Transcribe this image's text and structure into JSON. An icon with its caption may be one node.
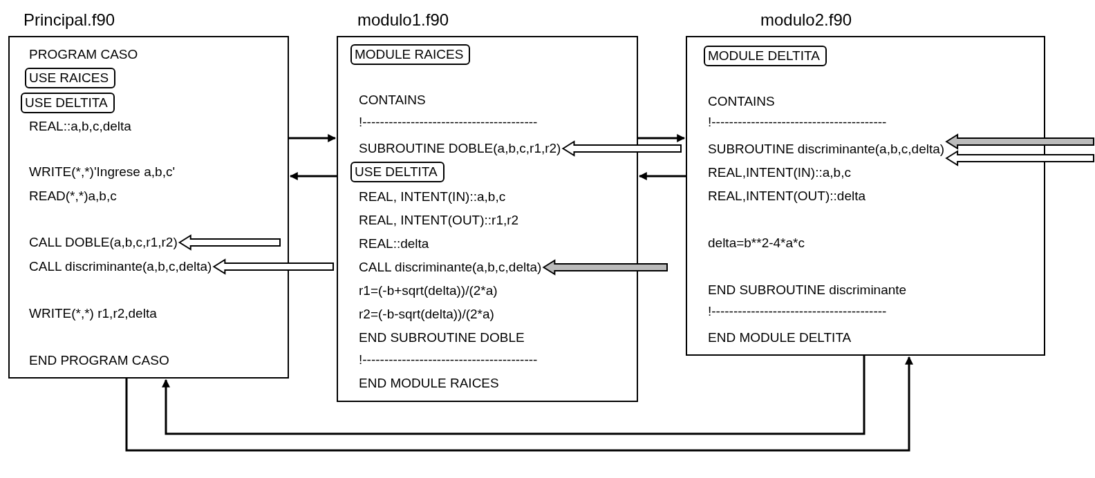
{
  "diagram": {
    "nodes": [
      {
        "text": [
          "Principal.f90",
          "PROGRAM CASO",
          "REAL::a,b,c,delta",
          "WRITE(*,*)'Ingrese a,b,c'",
          "READ(*,*)a,b,c",
          "WRITE(*,*) r1,r2,delta",
          "END PROGRAM CASO"
        ]
      },
      {
        "text": [
          "USE RAICES"
        ],
        "in": 0
      },
      {
        "text": [
          "USE DELTITA"
        ],
        "in": 0
      },
      {
        "text": [
          "CALL DOBLE(a,b,c,r1,r2)"
        ],
        "in": 0
      },
      {
        "text": [
          "CALL discriminante(a,b,c,delta)"
        ],
        "in": 0
      },
      {
        "text": [
          "modulo1.f90",
          "CONTAINS",
          "!----------------------------------------",
          "REAL, INTENT(IN)::a,b,c",
          "REAL, INTENT(OUT)::r1,r2",
          "REAL::delta",
          "r1=(-b+sqrt(delta))/(2*a)",
          "r2=(-b-sqrt(delta))/(2*a)",
          "END SUBROUTINE DOBLE",
          "!----------------------------------------",
          "END MODULE RAICES"
        ]
      },
      {
        "text": [
          "MODULE RAICES"
        ],
        "in": 5
      },
      {
        "text": [
          "SUBROUTINE DOBLE(a,b,c,r1,r2)"
        ],
        "in": 5
      },
      {
        "text": [
          "USE DELTITA"
        ],
        "in": 5
      },
      {
        "text": [
          "CALL discriminante(a,b,c,delta)"
        ],
        "in": 5
      },
      {
        "text": [
          "modulo2.f90",
          "CONTAINS",
          "!----------------------------------------",
          "REAL,INTENT(IN)::a,b,c",
          "REAL,INTENT(OUT)::delta",
          "delta=b**2-4*a*c",
          "END SUBROUTINE discriminante",
          "!----------------------------------------",
          "END MODULE DELTITA"
        ]
      },
      {
        "text": [
          "MODULE DELTITA"
        ],
        "in": 10
      },
      {
        "text": [
          "SUBROUTINE discriminante(a,b,c,delta)"
        ],
        "in": 10
      }
    ],
    "edges": [
      {
        "from": 0,
        "to": 5,
        "arrow": "to"
      },
      {
        "from": 5,
        "to": 0,
        "arrow": "to"
      },
      {
        "from": 5,
        "to": 10,
        "arrow": "to"
      },
      {
        "from": 10,
        "to": 5,
        "arrow": "to"
      },
      {
        "from": 10,
        "to": 0,
        "arrow": "to"
      },
      {
        "from": 0,
        "to": 10,
        "arrow": "to"
      },
      {
        "from": null,
        "to": 3,
        "arrow": "to"
      },
      {
        "from": null,
        "to": 4,
        "arrow": "to"
      },
      {
        "from": null,
        "to": 7,
        "arrow": "to"
      },
      {
        "from": null,
        "to": 9,
        "arrow": "to"
      },
      {
        "from": null,
        "to": 12,
        "arrow": "to"
      },
      {
        "from": null,
        "to": 12,
        "arrow": "to"
      }
    ]
  }
}
